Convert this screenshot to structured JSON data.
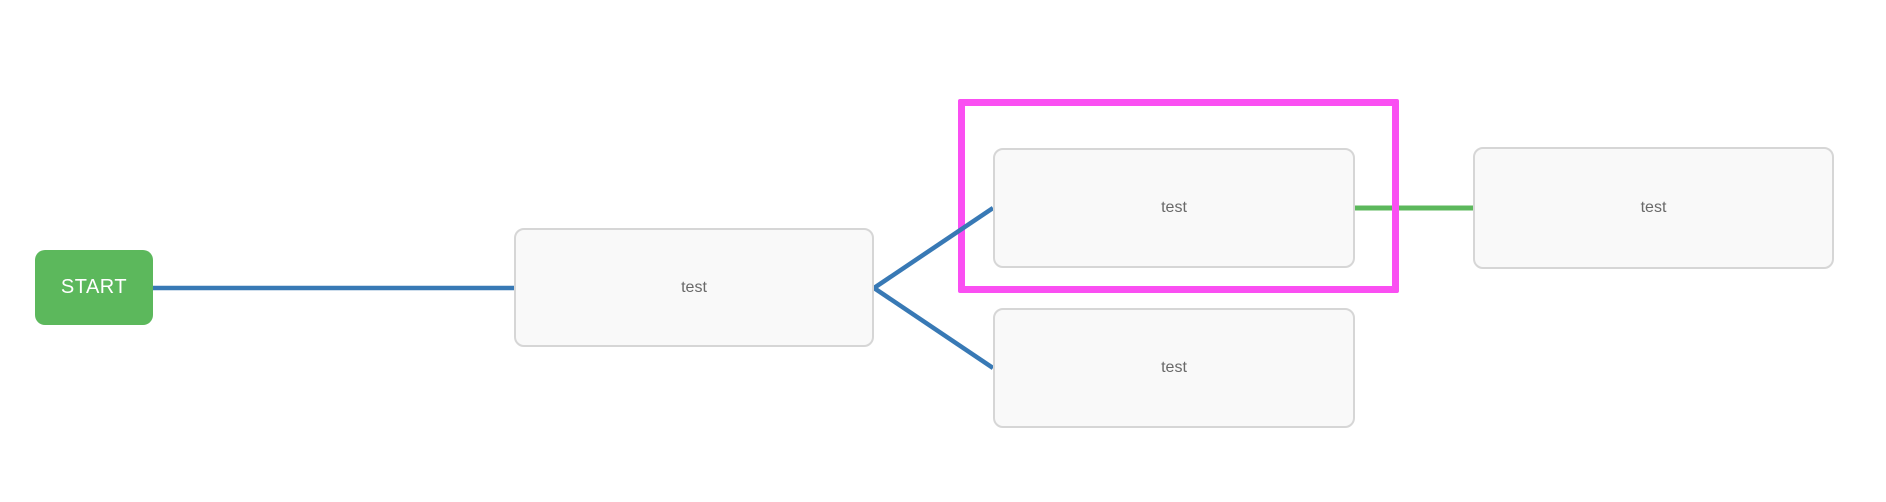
{
  "flowchart": {
    "start_node": {
      "label": "START"
    },
    "nodes": [
      {
        "id": "node-1",
        "label": "test",
        "highlighted": false
      },
      {
        "id": "node-2",
        "label": "test",
        "highlighted": true
      },
      {
        "id": "node-3",
        "label": "test",
        "highlighted": false
      },
      {
        "id": "node-4",
        "label": "test",
        "highlighted": false
      }
    ],
    "edges": [
      {
        "from": "start",
        "to": "node-1",
        "color": "#3879b5"
      },
      {
        "from": "node-1",
        "to": "node-2",
        "color": "#3879b5"
      },
      {
        "from": "node-1",
        "to": "node-3",
        "color": "#3879b5"
      },
      {
        "from": "node-2",
        "to": "node-4",
        "color": "#5cb85c"
      }
    ],
    "colors": {
      "start_button_green": "#5cb85c",
      "edge_blue": "#3879b5",
      "edge_green": "#5cb85c",
      "selection_highlight_magenta": "#fa4ff2",
      "node_background": "#f9f9f9",
      "node_border": "#d6d6d6",
      "node_text": "#696969"
    }
  }
}
